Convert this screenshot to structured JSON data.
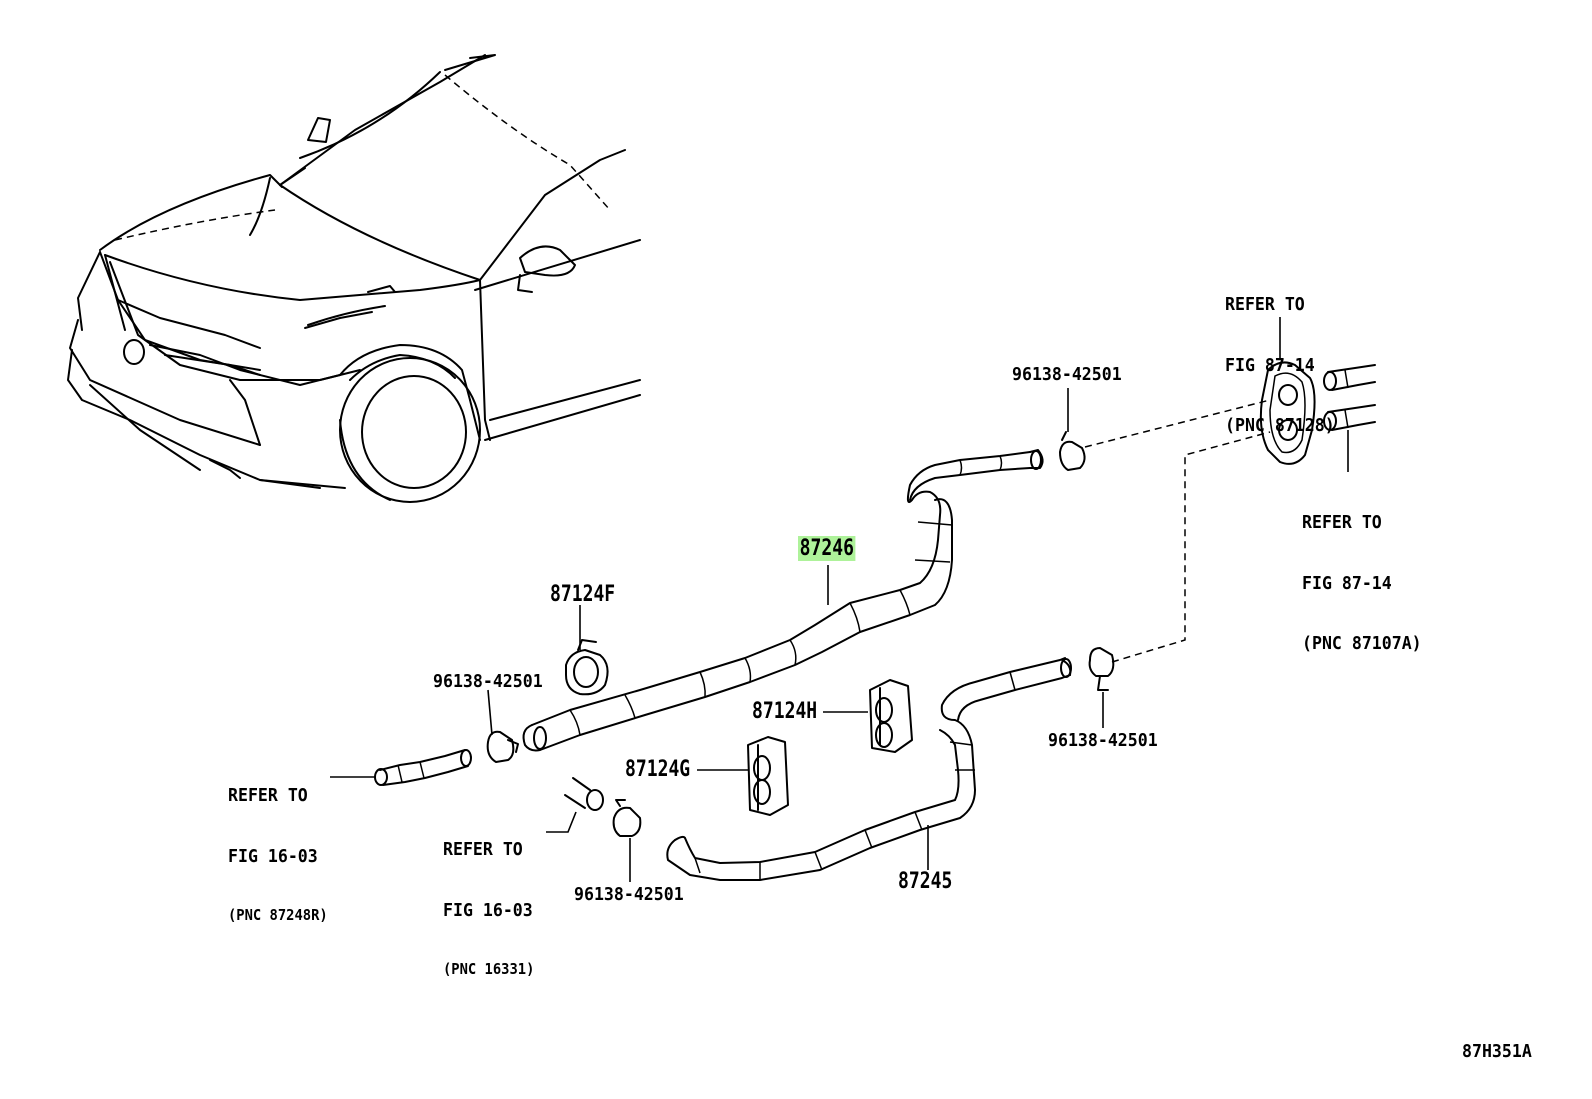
{
  "labels": {
    "part_87246": "87246",
    "part_87124f": "87124F",
    "part_87124h": "87124H",
    "part_87124g": "87124G",
    "part_87245": "87245",
    "clamp_top": "96138-42501",
    "clamp_left": "96138-42501",
    "clamp_right": "96138-42501",
    "clamp_bottom": "96138-42501",
    "refer_87128": [
      "REFER TO",
      "FIG 87-14",
      "(PNC 87128)"
    ],
    "refer_87107a": [
      "REFER TO",
      "FIG 87-14",
      "(PNC 87107A)"
    ],
    "refer_87248r": [
      "REFER TO",
      "FIG 16-03",
      "(PNC 87248R)"
    ],
    "refer_16331": [
      "REFER TO",
      "FIG 16-03",
      "(PNC 16331)"
    ],
    "diagram_code": "87H351A"
  },
  "colors": {
    "line": "#000000",
    "highlight": "#aef29a",
    "background": "#ffffff"
  }
}
